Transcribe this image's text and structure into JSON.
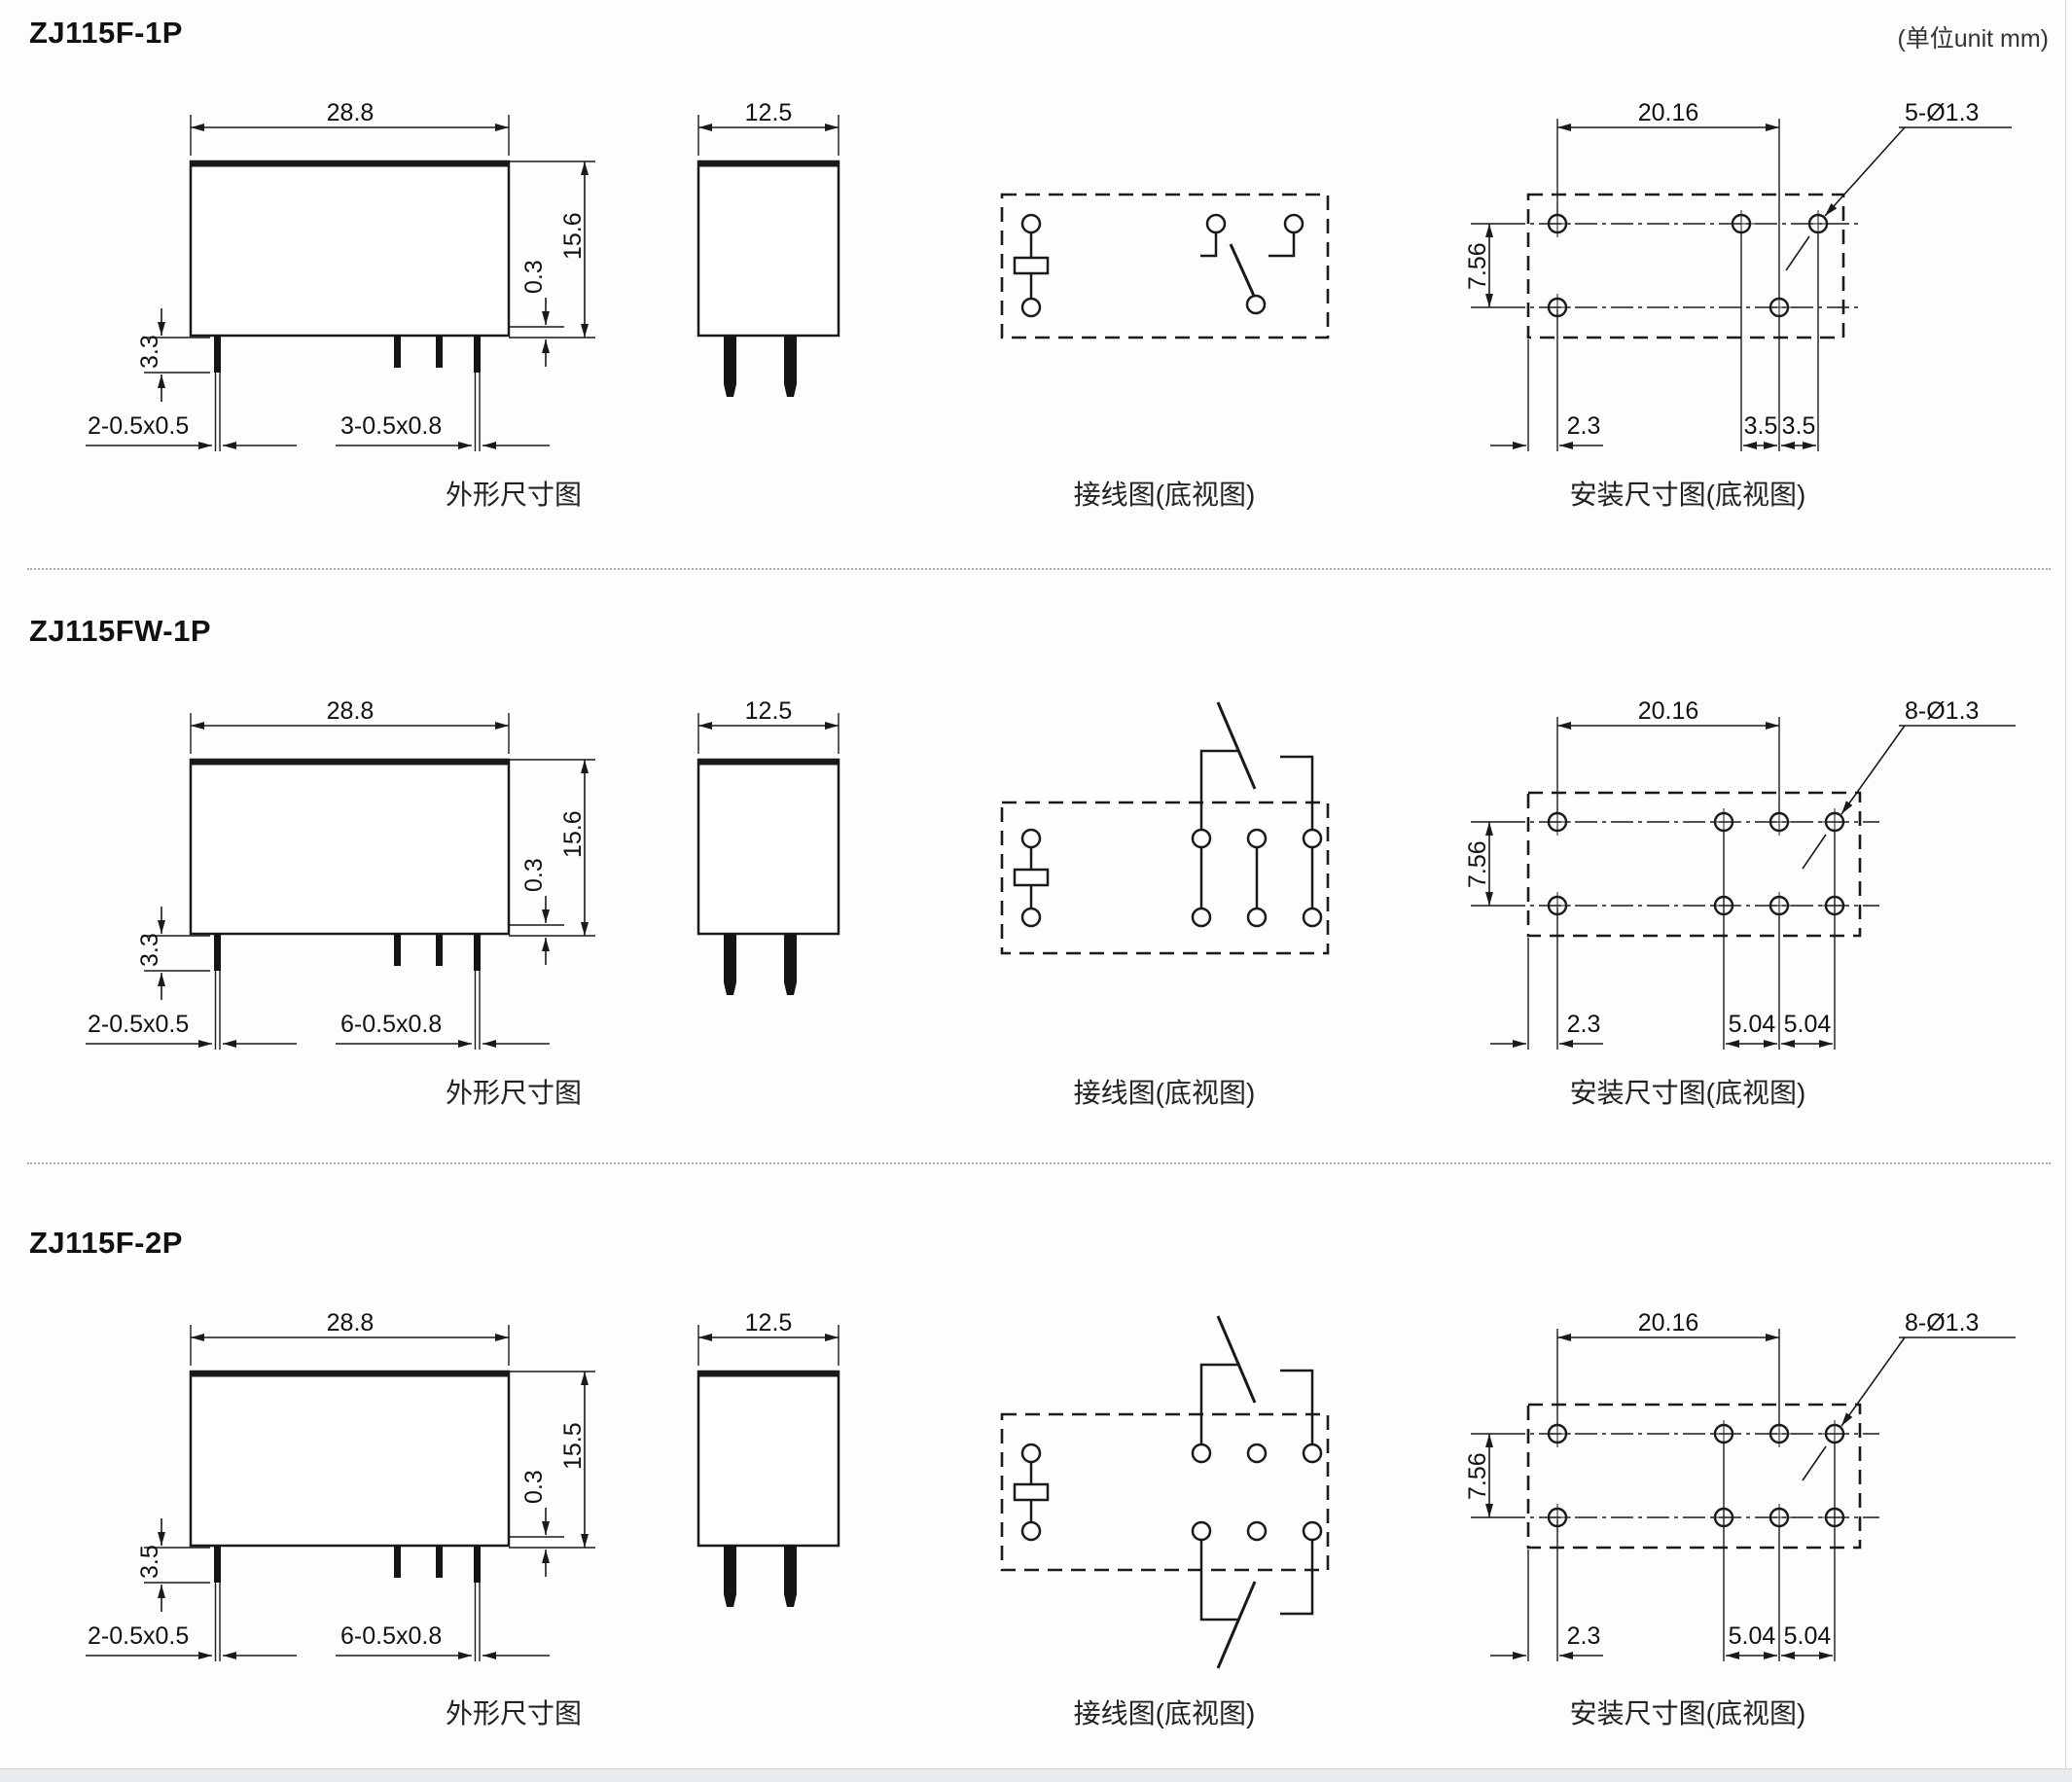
{
  "page": {
    "unit_note": "(单位unit mm)"
  },
  "captions": {
    "outline": "外形尺寸图",
    "wiring": "接线图(底视图)",
    "mounting": "安装尺寸图(底视图)"
  },
  "sections": [
    {
      "model": "ZJ115F-1P",
      "outline": {
        "body_width": "28.8",
        "side_width": "12.5",
        "body_height": "15.6",
        "standoff": "0.3",
        "pin_stub": "3.3",
        "coil_pin_spec": "2-0.5x0.5",
        "contact_pin_spec": "3-0.5x0.8"
      },
      "mounting": {
        "hole_pitch": "20.16",
        "row_pitch": "7.56",
        "edge_offset": "2.3",
        "spacing_a": "3.5",
        "spacing_b": "3.5",
        "holes_label": "5-Ø1.3"
      }
    },
    {
      "model": "ZJ115FW-1P",
      "outline": {
        "body_width": "28.8",
        "side_width": "12.5",
        "body_height": "15.6",
        "standoff": "0.3",
        "pin_stub": "3.3",
        "coil_pin_spec": "2-0.5x0.5",
        "contact_pin_spec": "6-0.5x0.8"
      },
      "mounting": {
        "hole_pitch": "20.16",
        "row_pitch": "7.56",
        "edge_offset": "2.3",
        "spacing_a": "5.04",
        "spacing_b": "5.04",
        "holes_label": "8-Ø1.3"
      }
    },
    {
      "model": "ZJ115F-2P",
      "outline": {
        "body_width": "28.8",
        "side_width": "12.5",
        "body_height": "15.5",
        "standoff": "0.3",
        "pin_stub": "3.5",
        "coil_pin_spec": "2-0.5x0.5",
        "contact_pin_spec": "6-0.5x0.8"
      },
      "mounting": {
        "hole_pitch": "20.16",
        "row_pitch": "7.56",
        "edge_offset": "2.3",
        "spacing_a": "5.04",
        "spacing_b": "5.04",
        "holes_label": "8-Ø1.3"
      }
    }
  ]
}
